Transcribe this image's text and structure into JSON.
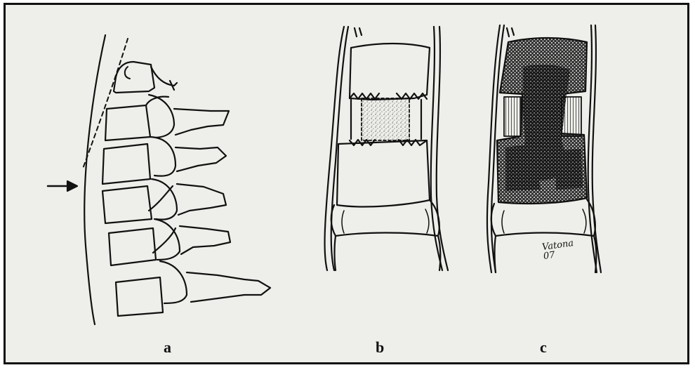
{
  "figure": {
    "panel_labels": [
      "a",
      "b",
      "c"
    ],
    "signature": "Vatona\n07"
  },
  "colors": {
    "background": "#eeeeea",
    "ink": "#111111",
    "border": "#111111"
  }
}
